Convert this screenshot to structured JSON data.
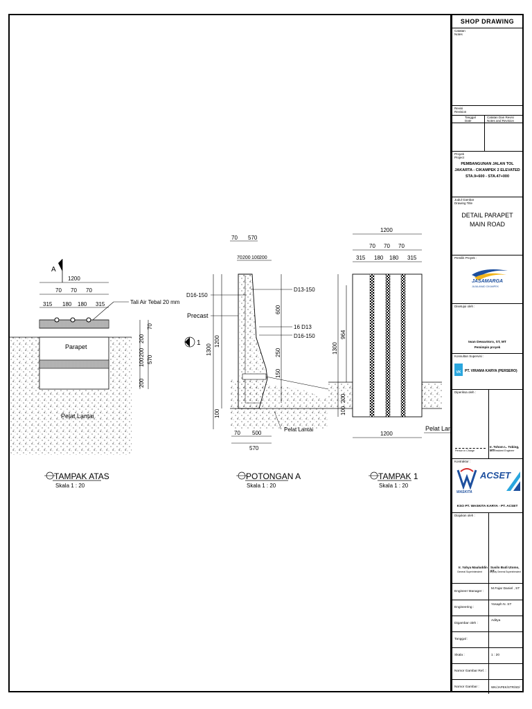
{
  "drawing": {
    "view1": {
      "title": "TAMPAK ATAS",
      "scale": "Skala 1 : 20",
      "section_marker": "A",
      "dims_top": [
        "1200"
      ],
      "dims_mid": [
        "70",
        "70",
        "70"
      ],
      "dims_bot": [
        "315",
        "180",
        "180",
        "315"
      ],
      "note": "Tali Air Tebal 20 mm",
      "label_parapet": "Parapet",
      "label_slab": "Pelat Lantai",
      "dims_right": [
        "70",
        "200",
        "100",
        "200",
        "200",
        "570"
      ]
    },
    "view2": {
      "title": "POTONGAN A",
      "scale": "Skala 1 : 20",
      "dims_top": [
        "70",
        "570",
        "70",
        "200",
        "100",
        "200"
      ],
      "dims_left": [
        "1300",
        "1200",
        "100"
      ],
      "dims_right": [
        "600",
        "250",
        "150"
      ],
      "dims_bottom": [
        "70",
        "500",
        "570"
      ],
      "rebar_labels": [
        "D16-150",
        "D13-150",
        "16 D13",
        "D16-150"
      ],
      "label_precast": "Precast",
      "label_slab": "Pelat Lantai",
      "view_marker": "1"
    },
    "view3": {
      "title": "TAMPAK 1",
      "scale": "Skala 1 : 20",
      "dims_top": [
        "1200"
      ],
      "dims_mid": [
        "70",
        "70",
        "70"
      ],
      "dims_bot": [
        "315",
        "180",
        "180",
        "315"
      ],
      "dims_left": [
        "1300",
        "964",
        "200",
        "100"
      ],
      "dims_bottom": [
        "1200"
      ],
      "label_slab": "Pelat Lantai"
    }
  },
  "titleblock": {
    "header": "SHOP DRAWING",
    "catatan": "Catatan",
    "notes": "Notes",
    "revisi": "Revisi",
    "revision": "Revision",
    "tanggal": "Tanggal",
    "date": "Date",
    "catatan_revisi": "Catatan Dan Revisi",
    "notes_revision": "Notes and Revision",
    "proyek": "Proyek",
    "project": "Project",
    "project_lines": [
      "PEMBANGUNAN JALAN TOL",
      "JAKARTA - CIKAMPEK 2 ELEVATED",
      "STA.9+600 - STA.47+000"
    ],
    "judul": "Judul Gambar",
    "drawing_title_lbl": "Drawing Title",
    "drawing_title_lines": [
      "DETAIL PARAPET",
      "MAIN ROAD"
    ],
    "pemilik": "Pemilik Proyek :",
    "owner_logo_text": "JASAMARGA",
    "owner_logo_sub": "JAJALANAD CIKAMPEK",
    "disetujui": "Disetujui oleh :",
    "approver_name": "Iwan Dewantoro, ST, MT",
    "approver_role": "Pemimpin proyek",
    "konsultan": "Konsultan Supervisi :",
    "consultant_name": "PT. VIRAMA KARYA (PERSERO)",
    "consultant_logo": "VK",
    "diperiksa": "Diperiksa oleh :",
    "checker_left_role": "Person in Charge",
    "checker_name": "Ir. Tohom L. Tobing, MT",
    "checker_role": "Resident Engineer",
    "kontraktor": "Kontraktor :",
    "contractor_logo_1": "WASKITA",
    "contractor_logo_2": "ACSET",
    "contractor_name": "KSO PT. WASKITA KARYA - PT. ACSET",
    "diajukan": "Diajukan oleh :",
    "submit1_name": "Ir. Yahya Mauluddin",
    "submit1_role": "General Superintendent",
    "submit2_name": "Susilo Budi Utomo, ST",
    "submit2_role": "Deputy General Superintendent",
    "rows": [
      {
        "label": "Engineer Manager :",
        "value": "M.Fajar Daniel , ST"
      },
      {
        "label": "Engineering :",
        "value": "Yosaph N. ST"
      },
      {
        "label": "Digambar oleh :",
        "value": "Aditya"
      },
      {
        "label": "Tanggal :",
        "value": ""
      },
      {
        "label": "Skala :",
        "value": "1 : 20"
      },
      {
        "label": "Nomor Gambar Ref. :",
        "value": ""
      },
      {
        "label": "Nomor Gambar :",
        "value": "WK/JAPEK/STR/SD/"
      }
    ]
  }
}
